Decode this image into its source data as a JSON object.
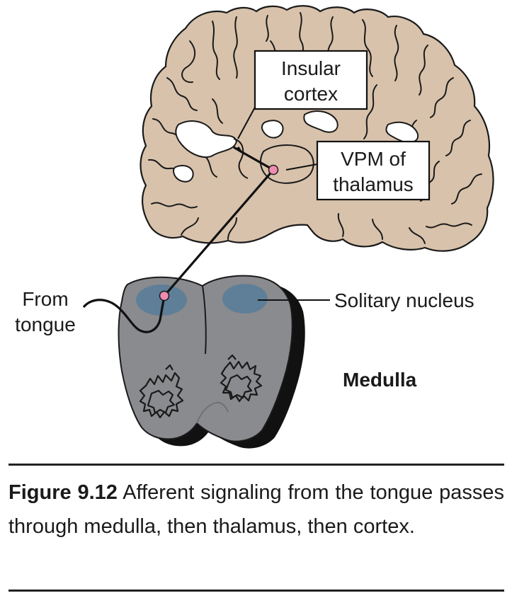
{
  "labels": {
    "insular_line1": "Insular",
    "insular_line2": "cortex",
    "vpm_line1": "VPM of",
    "vpm_line2": "thalamus",
    "from_line1": "From",
    "from_line2": "tongue",
    "solitary": "Solitary nucleus",
    "medulla": "Medulla"
  },
  "caption": {
    "figure_number": "Figure 9.12",
    "text": "Afferent signaling from the tongue passes through medulla, then thalamus, then cortex."
  },
  "colors": {
    "brain_fill": "#d8c2ab",
    "medulla_fill": "#8a8b8e",
    "medulla_shadow": "#111111",
    "nucleus_fill": "#5f7f98",
    "marker_fill": "#f08cb0"
  }
}
